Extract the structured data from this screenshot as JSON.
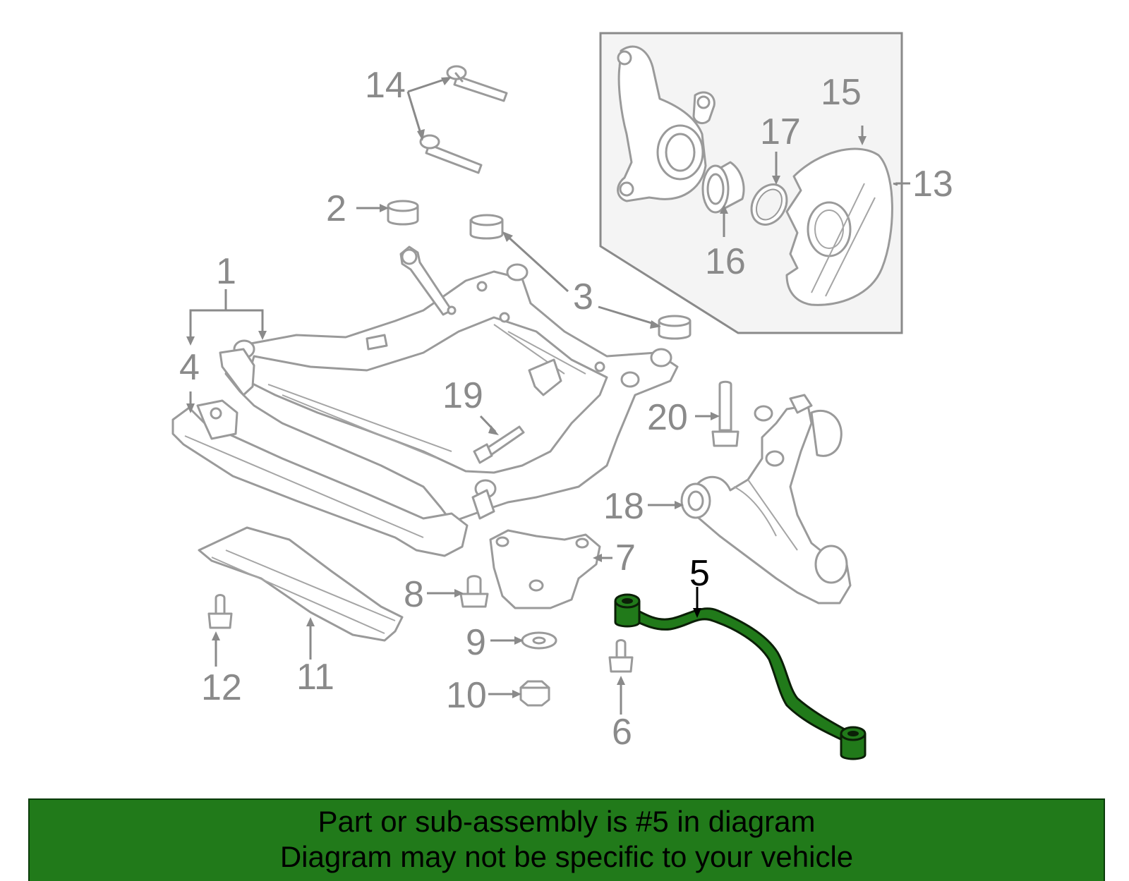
{
  "diagram": {
    "part_labels": [
      "1",
      "2",
      "3",
      "4",
      "5",
      "6",
      "7",
      "8",
      "9",
      "10",
      "11",
      "12",
      "13",
      "14",
      "15",
      "16",
      "17",
      "18",
      "19",
      "20"
    ],
    "highlighted_part": "5",
    "highlight_color": "#217a1a",
    "line_color": "#9a9a9a",
    "subassembly_box_fill": "#f4f4f4"
  },
  "footer": {
    "background": "#217a1a",
    "line1": "Part or sub-assembly is #5 in diagram",
    "line2": "Diagram may not be specific to your vehicle"
  }
}
